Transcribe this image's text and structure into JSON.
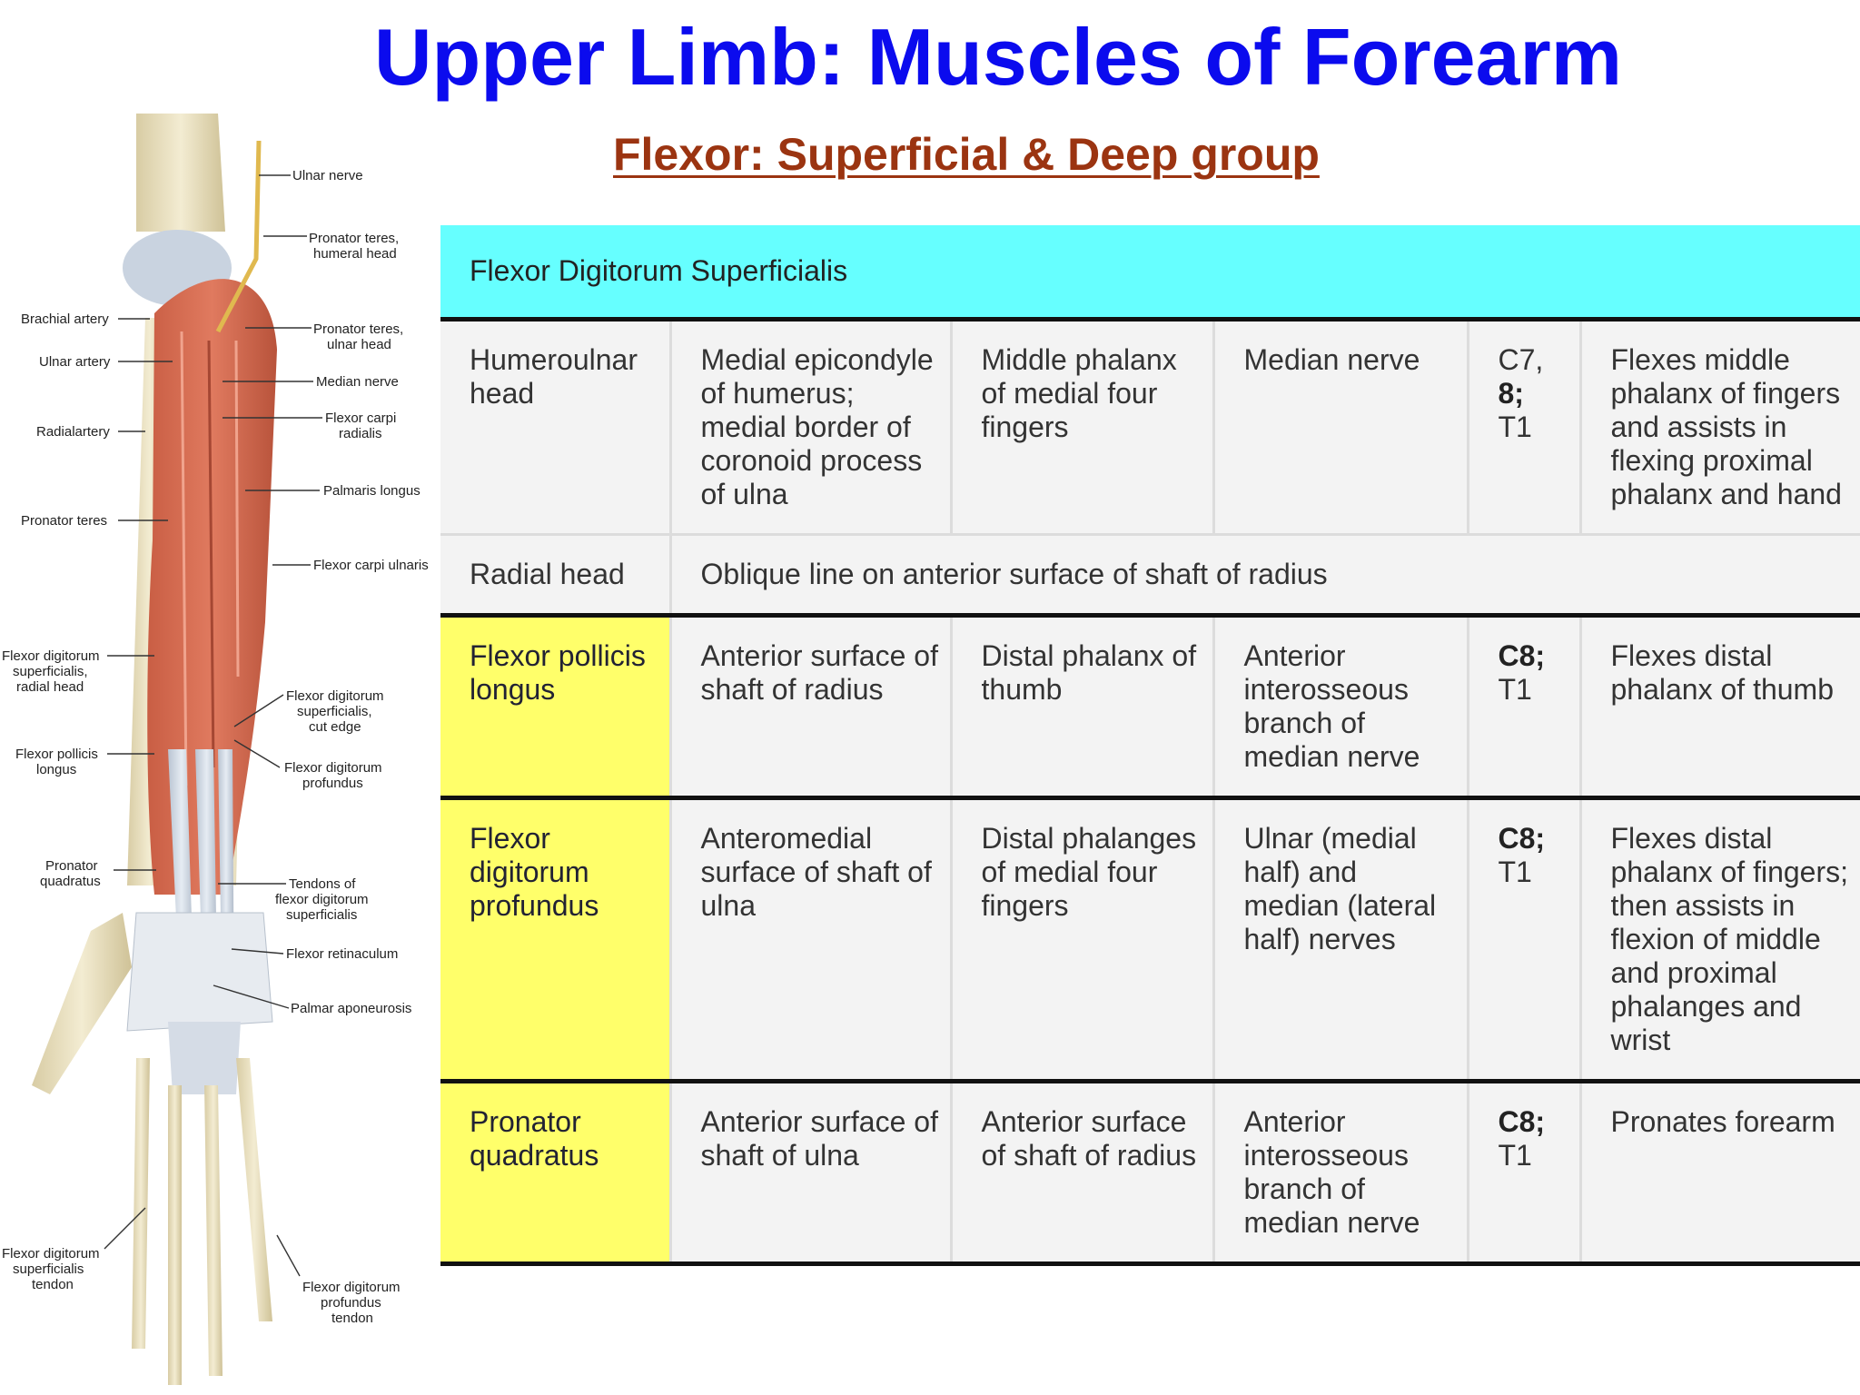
{
  "title": "Upper Limb: Muscles of Forearm",
  "subtitle": "Flexor: Superficial & Deep group",
  "figure": {
    "labels": {
      "ulnar_nerve": "Ulnar nerve",
      "pronator_teres_humeral": [
        "Pronator teres,",
        "humeral head"
      ],
      "brachial_artery": "Brachial artery",
      "pronator_teres_ulnar": [
        "Pronator teres,",
        "ulnar head"
      ],
      "ulnar_artery": "Ulnar artery",
      "median_nerve": "Median nerve",
      "radial_artery": "Radialartery",
      "flexor_carpi_radialis": [
        "Flexor carpi",
        "radialis"
      ],
      "palmaris_longus": "Palmaris longus",
      "pronator_teres": "Pronator teres",
      "flexor_carpi_ulnaris": "Flexor carpi ulnaris",
      "fds_radial_head": [
        "Flexor digitorum",
        "superficialis,",
        "radial head"
      ],
      "fds_cut_edge": [
        "Flexor digitorum",
        "superficialis,",
        "cut edge"
      ],
      "flexor_pollicis_longus": [
        "Flexor pollicis",
        "longus"
      ],
      "fdp": [
        "Flexor digitorum",
        "profundus"
      ],
      "pronator_quadratus": [
        "Pronator",
        "quadratus"
      ],
      "fds_tendons": [
        "Tendons of",
        "flexor digitorum",
        "superficialis"
      ],
      "flexor_retinaculum": "Flexor retinaculum",
      "palmar_aponeurosis": "Palmar aponeurosis",
      "fds_tendon": [
        "Flexor digitorum",
        "superficialis",
        "tendon"
      ],
      "fdp_tendon": [
        "Flexor digitorum",
        "profundus",
        "tendon"
      ]
    }
  },
  "table": {
    "header": "Flexor Digitorum Superficialis",
    "humeroulnar": {
      "name": "Humeroulnar head",
      "origin": "Medial epicondyle of humerus; medial border of coronoid process of ulna",
      "insertion": "Middle phalanx of medial four fingers",
      "nerve": "Median nerve",
      "segments_a": "C7,",
      "segments_b": "8;",
      "segments_c": "T1",
      "action": "Flexes middle phalanx of fingers and assists in flexing proximal phalanx and hand"
    },
    "radial": {
      "name": "Radial head",
      "origin": "Oblique line on anterior surface of shaft of radius"
    },
    "rows": [
      {
        "name": "Flexor pollicis longus",
        "origin": "Anterior surface of shaft of radius",
        "insertion": "Distal phalanx of thumb",
        "nerve": "Anterior interosseous branch of median nerve",
        "segments_bold": "C8;",
        "segments_rest": "T1",
        "action": "Flexes distal phalanx of thumb"
      },
      {
        "name": "Flexor digitorum profundus",
        "origin": "Anteromedial surface of shaft of ulna",
        "insertion": "Distal phalanges of medial four fingers",
        "nerve": "Ulnar (medial half) and median (lateral half) nerves",
        "segments_bold": "C8;",
        "segments_rest": "T1",
        "action": "Flexes distal phalanx of fingers; then assists in flexion of middle and proximal phalanges and wrist"
      },
      {
        "name": "Pronator quadratus",
        "origin": "Anterior surface of shaft of ulna",
        "insertion": "Anterior surface of shaft of radius",
        "nerve": "Anterior interosseous branch of median nerve",
        "segments_bold": "C8;",
        "segments_rest": "T1",
        "action": "Pronates forearm"
      }
    ]
  }
}
